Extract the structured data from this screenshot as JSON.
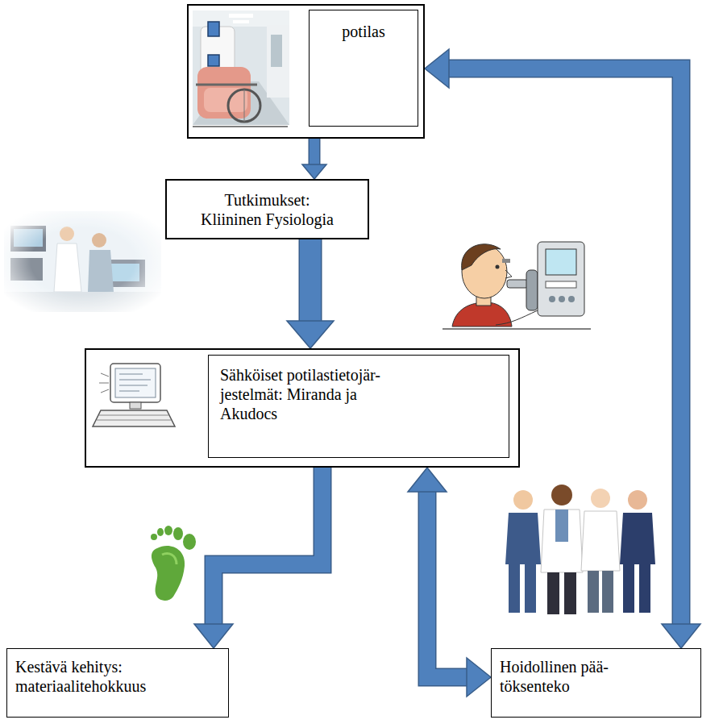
{
  "diagram": {
    "nodes": [
      {
        "text": []
      },
      {
        "text": [
          "potilas"
        ],
        "in": 0
      },
      {
        "text": [
          "Tutkimukset: Kliininen Fysiologia"
        ]
      },
      {
        "text": []
      },
      {
        "text": [
          "Sähköiset potilastietojär- jestelmät: Miranda ja Akudocs"
        ],
        "in": 3
      },
      {
        "text": [
          "Kestävä kehitys: materiaalitehokkuus"
        ]
      },
      {
        "text": [
          "Hoidollinen pää- töksenteko"
        ]
      }
    ],
    "edges": [
      {
        "from": 0,
        "to": 2,
        "arrow": "to"
      },
      {
        "from": 2,
        "to": 3,
        "arrow": "to"
      },
      {
        "from": 3,
        "to": 5,
        "arrow": "to"
      },
      {
        "from": 3,
        "to": 6,
        "arrow": "both"
      },
      {
        "from": 0,
        "to": 6,
        "arrow": "both"
      }
    ]
  }
}
